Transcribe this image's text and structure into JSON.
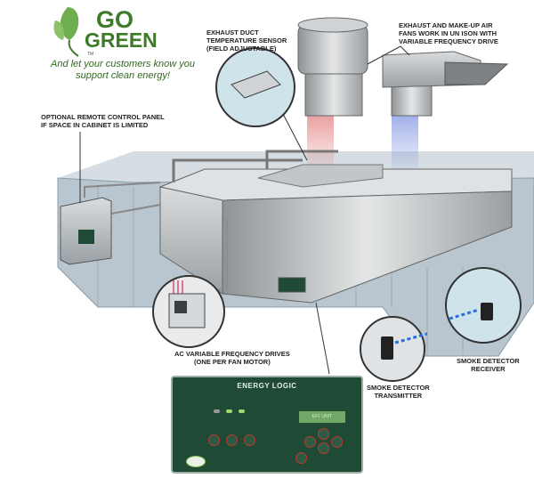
{
  "logo": {
    "line1": "GO",
    "line2": "GREEN",
    "tm": "TM"
  },
  "tagline": "And let your customers know you support clean energy!",
  "labels": {
    "temp_sensor": [
      "EXHAUST DUCT",
      "TEMPERATURE SENSOR",
      "(FIELD ADJUSTABLE)"
    ],
    "fans": [
      "EXHAUST AND MAKE-UP AIR",
      "FANS WORK IN UN ISON WITH",
      "VARIABLE FREQUENCY DRIVE"
    ],
    "remote_panel": [
      "OPTIONAL REMOTE CONTROL PANEL",
      "IF SPACE IN CABINET IS LIMITED"
    ],
    "vfd": [
      "AC VARIABLE FREQUENCY DRIVES",
      "(ONE PER FAN MOTOR)"
    ],
    "smoke_transmitter": [
      "SMOKE DETECTOR",
      "TRANSMITTER"
    ],
    "smoke_receiver": [
      "SMOKE DETECTOR",
      "RECEIVER"
    ]
  },
  "panel": {
    "title": "ENERGY LOGIC",
    "display": "EF1  UNIT"
  },
  "colors": {
    "brand_green": "#3e7a2a",
    "panel_green": "#1e4a36",
    "wall": "#b9c6cf",
    "steel": "#c9ccce"
  }
}
